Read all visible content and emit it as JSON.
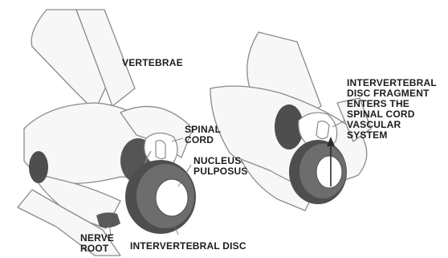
{
  "labels": {
    "vertebrae": "VERTEBRAE",
    "spinal_cord": "SPINAL\nCORD",
    "nucleus_pulposus": "NUCLEUS\nPULPOSUS",
    "nerve_root": "NERVE\nROOT",
    "intervertebral_disc": "INTERVERTEBRAL DISC",
    "fragment_note": "INTERVERTEBRAL\nDISC FRAGMENT\nENTERS THE\nSPINAL CORD\nVASCULAR\nSYSTEM"
  },
  "colors": {
    "outline": "#8a8a8a",
    "bone_fill": "#f7f7f7",
    "disc_dark": "#4e4e4e",
    "disc_mid": "#6d6d6d",
    "cord": "#ffffff",
    "text": "#1c1c1c"
  }
}
